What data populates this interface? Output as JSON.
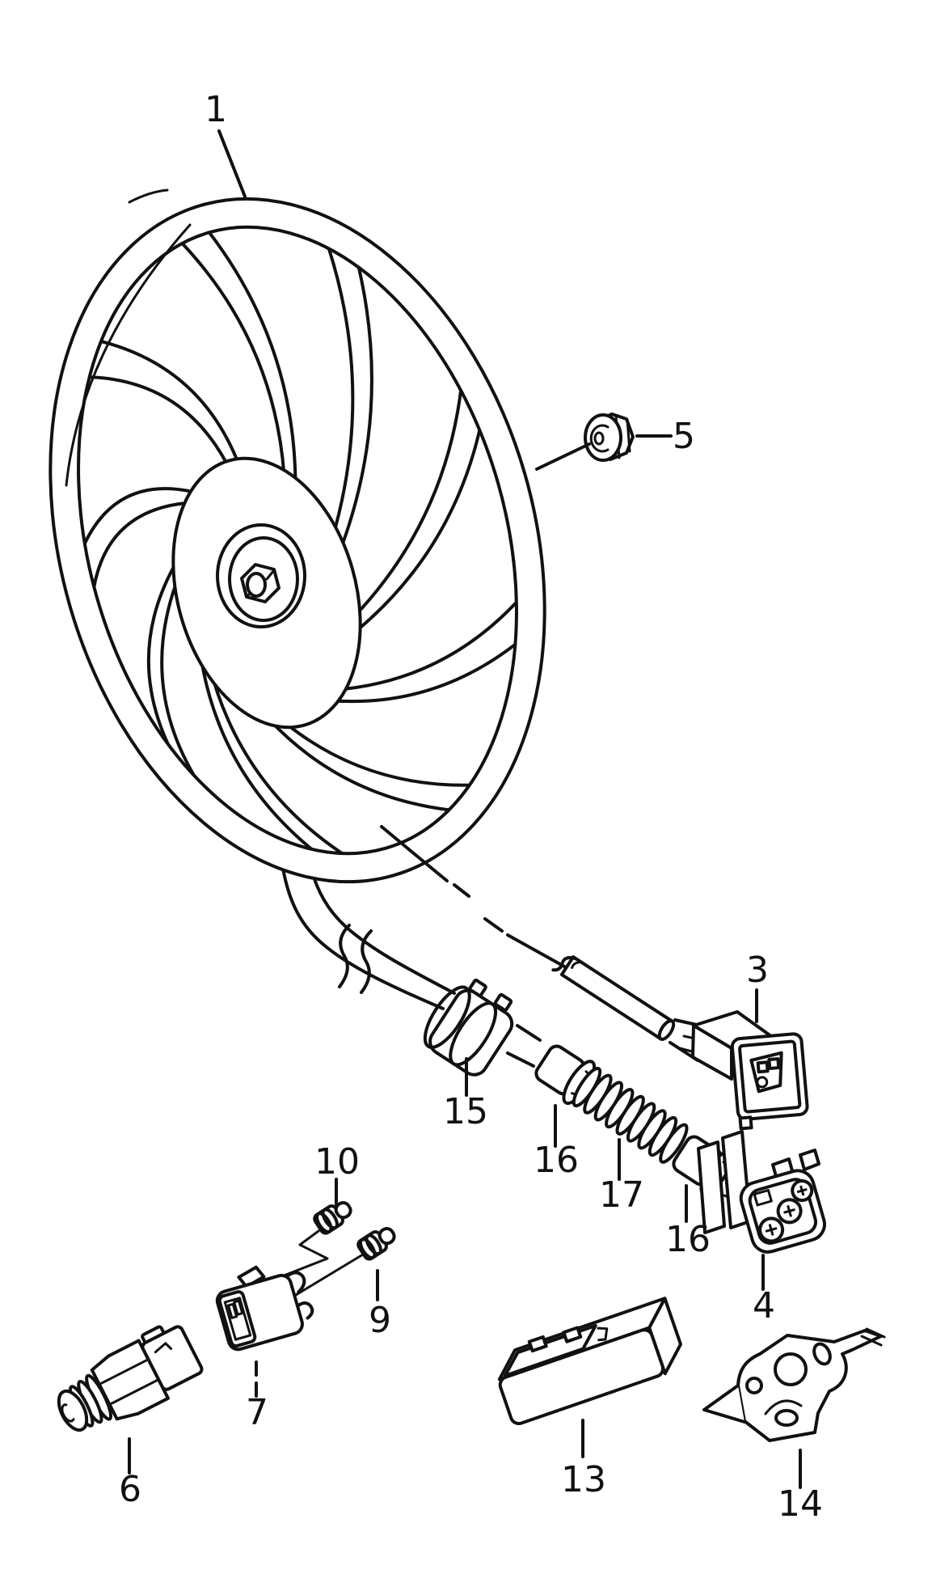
{
  "canvas": {
    "background": "#ffffff",
    "ink": "#111111"
  },
  "callouts": {
    "c1": "1",
    "c3": "3",
    "c4": "4",
    "c5": "5",
    "c6": "6",
    "c7": "7",
    "c9": "9",
    "c10": "10",
    "c13": "13",
    "c14": "14",
    "c15": "15",
    "c16a": "16",
    "c16b": "16",
    "c17": "17"
  }
}
